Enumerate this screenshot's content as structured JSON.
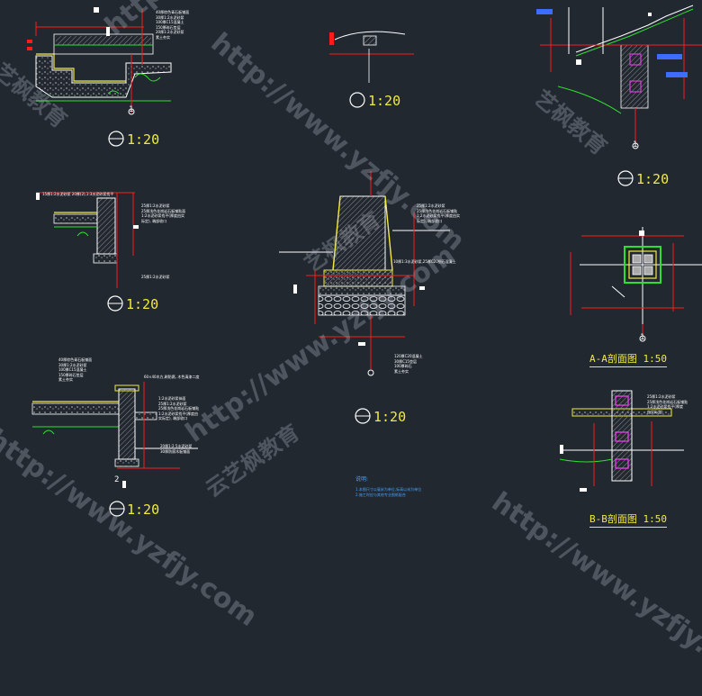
{
  "scales": {
    "top_left": "1:20",
    "top_center": "1:20",
    "top_right": "1:20",
    "mid_left": "1:20",
    "center": "1:20",
    "bottom_left": "1:20"
  },
  "section_titles": {
    "aa": "A-A剖面图 1:50",
    "bb": "B-B剖面图 1:50"
  },
  "markers": {
    "m1": "1",
    "m2": "1",
    "m3": "1",
    "m4": "2"
  },
  "notes": {
    "top_left": "40厚棕色青石板铺面\n30厚1:2水泥砂浆\n100厚C15混凝土\n150厚碎石垫层\n20厚1:2水泥砂浆\n素土夯实",
    "mid_left_a": "15厚1:2水泥砂浆 20厚(2),1:3水泥砂浆找平",
    "mid_left_b": "25厚1:2水泥砂浆\n25厚浅色花岗岩石板铺贴面\n1:2水泥砂浆找平(厚度由实\n际定), 端部收口",
    "mid_left_c": "25厚1:2水泥砂浆",
    "center_top": "25厚1:2水泥砂浆\n25厚浅色花岗岩石板铺贴\n1:2水泥砂浆找平(厚度由实\n际定), 端部收口",
    "center_mid": "10厚1:3水泥砂浆,25厚C20细石混凝土",
    "center_bottom": "120厚C20混凝土\n30厚C15垫层\n100厚碎石\n素土夯实",
    "bottom_left_a": "40厚棕色青石板铺面\n30厚1:2水泥砂浆\n100厚C15混凝土\n150厚碎石垫层\n素土夯实",
    "bottom_left_b": "60×40木方,刷防腐, 木色清漆二度",
    "bottom_left_c": "1:2水泥砂浆抹面\n25厚1:2水泥砂浆\n25厚浅色花岗岩石板铺贴\n1:2水泥砂浆找平(厚度由\n实际定), 端部收口",
    "bottom_left_d": "20厚1:2.5水泥砂浆\n30厚防腐木板铺面",
    "bottom_right": "25厚1:2水泥砂浆\n25厚浅色花岗岩石板铺贴\n1:2水泥砂浆找平(厚度\n由实际定)",
    "legend_title": "说明:",
    "legend_body": "1.本图尺寸以毫米为单位,标高以米为单位\n2.施工时应与其他专业图纸配合"
  },
  "watermarks": {
    "url": "http://www.yzfjy.com",
    "brand": "艺枫教育",
    "brand2": "云艺枫教育"
  },
  "colors": {
    "background": "#212830",
    "line_white": "#ffffff",
    "line_red": "#ff1a1a",
    "line_yellow": "#f2ea3c",
    "line_green": "#2ee02e",
    "line_cyan": "#38e0e0",
    "line_blue": "#3d6dff",
    "line_magenta": "#ff3cff"
  }
}
